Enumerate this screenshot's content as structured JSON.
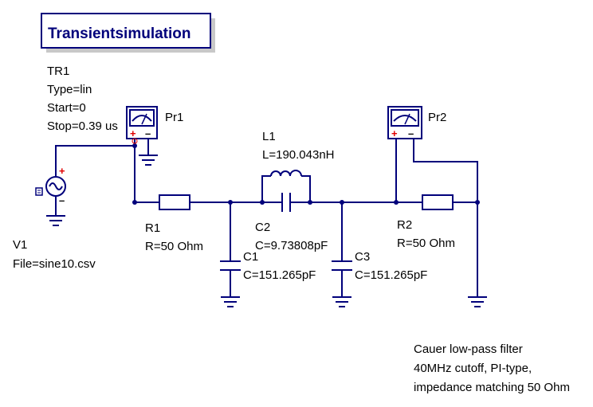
{
  "title": "Transientsimulation",
  "simulation": {
    "name": "TR1",
    "type": "Type=lin",
    "start": "Start=0",
    "stop": "Stop=0.39 us"
  },
  "source": {
    "name": "V1",
    "file": "File=sine10.csv"
  },
  "probes": [
    {
      "name": "Pr1"
    },
    {
      "name": "Pr2"
    }
  ],
  "components": {
    "L1": {
      "name": "L1",
      "value": "L=190.043nH"
    },
    "C2": {
      "name": "C2",
      "value": "C=9.73808pF"
    },
    "R1": {
      "name": "R1",
      "value": "R=50 Ohm"
    },
    "R2": {
      "name": "R2",
      "value": "R=50 Ohm"
    },
    "C1": {
      "name": "C1",
      "value": "C=151.265pF"
    },
    "C3": {
      "name": "C3",
      "value": "C=151.265pF"
    }
  },
  "note": {
    "line1": "Cauer low-pass filter",
    "line2": "40MHz cutoff, PI-type,",
    "line3": "impedance matching 50 Ohm"
  }
}
